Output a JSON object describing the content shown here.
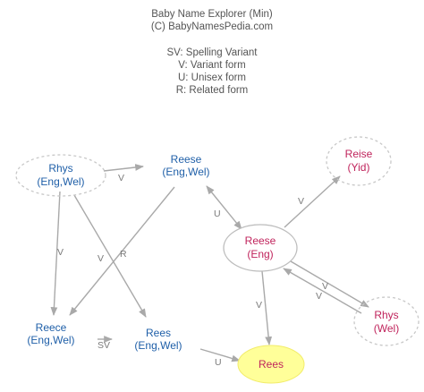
{
  "header": {
    "title": "Baby Name Explorer (Min)",
    "credit": "(C) BabyNamesPedia.com"
  },
  "legend": {
    "sv": "SV: Spelling Variant",
    "v": "V: Variant form",
    "u": "U: Unisex form",
    "r": "R: Related form"
  },
  "colors": {
    "blue": "#1f5fa8",
    "red": "#c0245c",
    "highlight": "#ffff99",
    "edge": "#a9a9a9"
  },
  "nodes": {
    "rhys_engwel": {
      "name": "Rhys",
      "origin": "(Eng,Wel)"
    },
    "reese_engwel": {
      "name": "Reese",
      "origin": "(Eng,Wel)"
    },
    "reise_yid": {
      "name": "Reise",
      "origin": "(Yid)"
    },
    "reese_eng": {
      "name": "Reese",
      "origin": "(Eng)"
    },
    "reece_engwel": {
      "name": "Reece",
      "origin": "(Eng,Wel)"
    },
    "rees_engwel": {
      "name": "Rees",
      "origin": "(Eng,Wel)"
    },
    "rhys_wel": {
      "name": "Rhys",
      "origin": "(Wel)"
    },
    "rees": {
      "name": "Rees"
    }
  },
  "edges": {
    "rhys_reese": "V",
    "rhys_reece": "V",
    "rhys_rees": "V",
    "rees_reece": "R",
    "reese_reese_eng": "U",
    "reese_eng_reise": "V",
    "reese_eng_rees": "V",
    "reese_eng_rhys_wel": "V",
    "rhys_wel_reese_eng": "V",
    "reece_rees": "SV",
    "rees_engwel_rees": "U"
  }
}
